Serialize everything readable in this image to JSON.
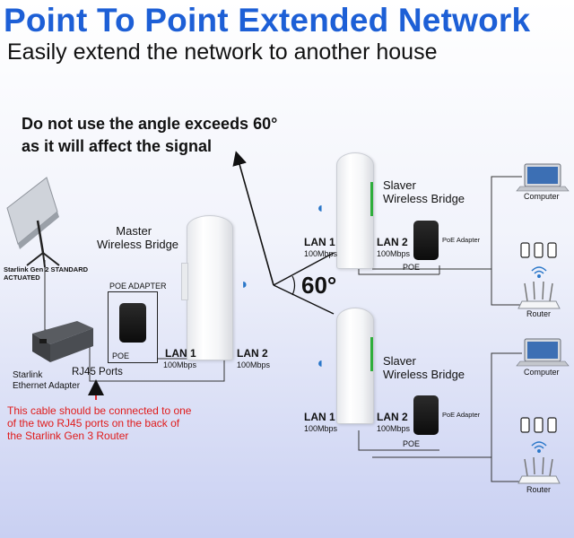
{
  "header": {
    "title": "Point To Point Extended Network",
    "subtitle": "Easily extend the network to another house"
  },
  "warning": {
    "line1": "Do not use the angle exceeds 60°",
    "line2": "as it will affect the signal"
  },
  "angle_label": "60°",
  "starlink": {
    "dish_label_line1": "Starlink Gen 2 STANDARD",
    "dish_label_line2": "ACTUATED",
    "adapter_label_line1": "Starlink",
    "adapter_label_line2": "Ethernet Adapter",
    "ports_label": "RJ45 Ports"
  },
  "note": {
    "line1": "This cable should be connected to one",
    "line2": "of the two RJ45 ports on the back of",
    "line3": "the Starlink Gen 3 Router"
  },
  "master": {
    "title_line1": "Master",
    "title_line2": "Wireless Bridge",
    "poe_box_title": "POE ADAPTER",
    "poe_label": "POE",
    "lan1": "LAN 1",
    "lan1_speed": "100Mbps",
    "lan2": "LAN 2",
    "lan2_speed": "100Mbps"
  },
  "slave_top": {
    "title_line1": "Slaver",
    "title_line2": "Wireless Bridge",
    "lan1": "LAN 1",
    "lan1_speed": "100Mbps",
    "lan2": "LAN 2",
    "lan2_speed": "100Mbps",
    "poe_adapter_label": "PoE Adapter",
    "poe_label": "POE",
    "computer_label": "Computer",
    "router_label": "Router"
  },
  "slave_bottom": {
    "title_line1": "Slaver",
    "title_line2": "Wireless Bridge",
    "lan1": "LAN 1",
    "lan1_speed": "100Mbps",
    "lan2": "LAN 2",
    "lan2_speed": "100Mbps",
    "poe_adapter_label": "PoE Adapter",
    "poe_label": "POE",
    "computer_label": "Computer",
    "router_label": "Router"
  },
  "colors": {
    "title": "#1d5fd6",
    "note": "#e01b1b",
    "wifi": "#2a77c9"
  }
}
